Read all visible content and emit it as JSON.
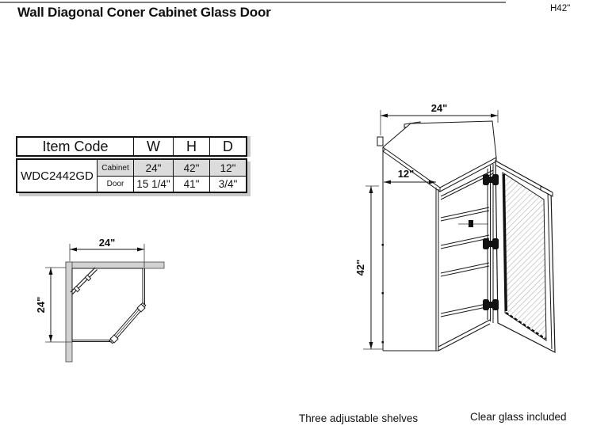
{
  "page": {
    "title": "Wall Diagonal Coner Cabinet Glass Door",
    "height_note": "H42\""
  },
  "spec_table": {
    "header": {
      "item_code": "Item Code",
      "w": "W",
      "h": "H",
      "d": "D"
    },
    "item_code": "WDC2442GD",
    "rows": [
      {
        "label": "Cabinet",
        "w": "24\"",
        "h": "42\"",
        "d": "12\""
      },
      {
        "label": "Door",
        "w": "15 1/4\"",
        "h": "41\"",
        "d": "3/4\""
      }
    ]
  },
  "plan_view": {
    "width_label": "24\"",
    "depth_label": "24\""
  },
  "perspective_view": {
    "width_label": "24\"",
    "side_label": "12\"",
    "height_label": "42\""
  },
  "captions": {
    "shelves": "Three adjustable shelves",
    "glass": "Clear glass included"
  },
  "colors": {
    "line": "#1a1a1a",
    "wall_fill": "#d2d2d2",
    "row_highlight": "#dcdcdc",
    "table_shadow": "#c9c9c9",
    "glass_hatch": "#b8b8b8"
  }
}
